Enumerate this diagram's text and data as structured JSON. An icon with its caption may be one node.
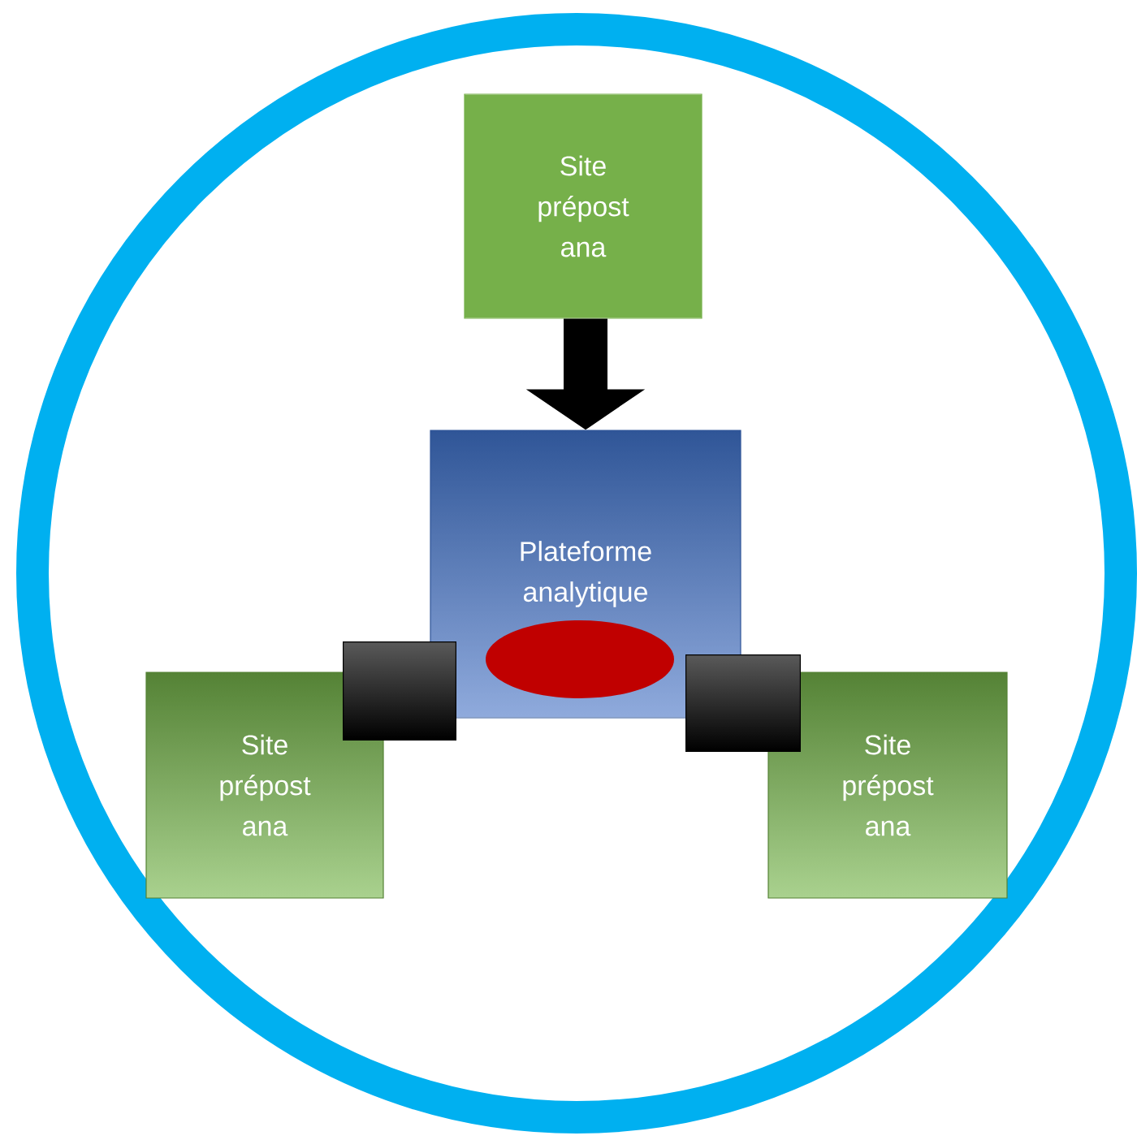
{
  "diagram": {
    "nodes": [
      {
        "text": [],
        "shape": "circle"
      },
      {
        "text": [
          "Site prépost ana"
        ],
        "in": 0
      },
      {
        "text": [
          "Plateforme analytique"
        ],
        "in": 0
      },
      {
        "text": [],
        "shape": "ellipse",
        "in": 2
      },
      {
        "text": [
          "Site prépost ana"
        ],
        "in": 0
      },
      {
        "text": [
          "Site prépost ana"
        ],
        "in": 0
      }
    ],
    "edges": [
      {
        "from": 1,
        "to": 2,
        "arrow": "to"
      },
      {
        "from": 2,
        "to": 4,
        "arrow": "none",
        "style": "thick"
      },
      {
        "from": 2,
        "to": 5,
        "arrow": "none",
        "style": "thick"
      }
    ]
  }
}
